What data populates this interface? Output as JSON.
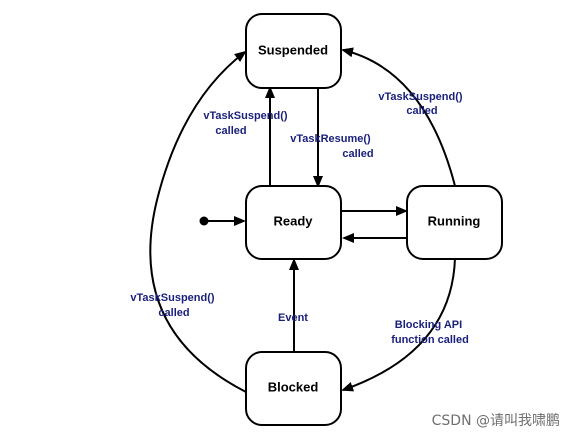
{
  "colors": {
    "label": "#1a1f7a",
    "stroke": "#000000",
    "watermark": "#6f6f6f"
  },
  "states": {
    "suspended": "Suspended",
    "ready": "Ready",
    "running": "Running",
    "blocked": "Blocked"
  },
  "transitions": {
    "ready_to_suspended": [
      "vTaskSuspend()",
      "called"
    ],
    "suspended_to_ready": [
      "vTaskResume()",
      "called"
    ],
    "running_to_suspended": [
      "vTaskSuspend()",
      "called"
    ],
    "blocked_to_suspended": [
      "vTaskSuspend()",
      "called"
    ],
    "blocked_to_ready": [
      "Event"
    ],
    "running_to_blocked": [
      "Blocking API",
      "function called"
    ]
  },
  "watermark": "CSDN @请叫我啸鹏"
}
